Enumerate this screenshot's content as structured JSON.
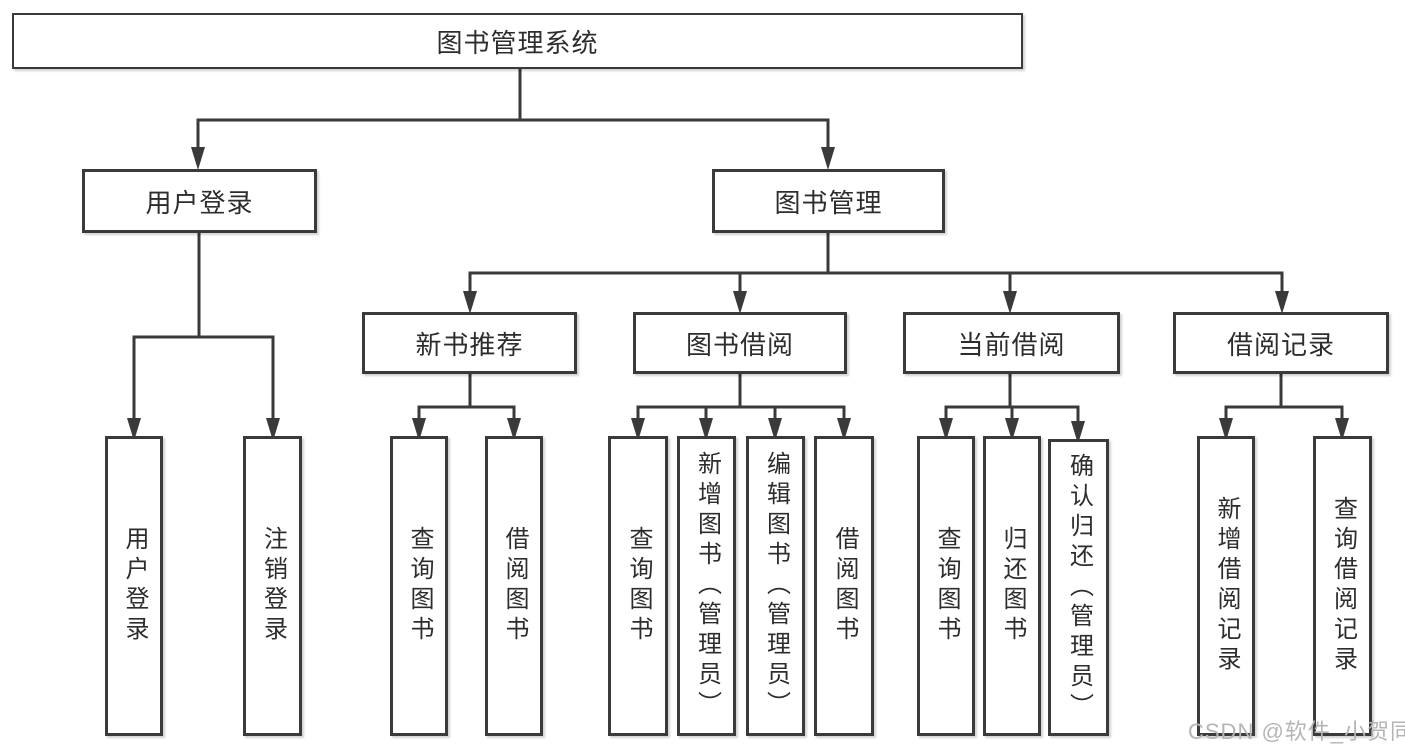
{
  "diagram": {
    "root_label": "图书管理系统",
    "branches": [
      {
        "label": "用户登录",
        "children": [
          {
            "label": "用户登录"
          },
          {
            "label": "注销登录"
          }
        ]
      },
      {
        "label": "图书管理",
        "children": [
          {
            "label": "新书推荐",
            "children": [
              {
                "label": "查询图书"
              },
              {
                "label": "借阅图书"
              }
            ]
          },
          {
            "label": "图书借阅",
            "children": [
              {
                "label": "查询图书"
              },
              {
                "label": "新增图书（管理员）"
              },
              {
                "label": "编辑图书（管理员）"
              },
              {
                "label": "借阅图书"
              }
            ]
          },
          {
            "label": "当前借阅",
            "children": [
              {
                "label": "查询图书"
              },
              {
                "label": "归还图书"
              },
              {
                "label": "确认归还（管理员）"
              }
            ]
          },
          {
            "label": "借阅记录",
            "children": [
              {
                "label": "新增借阅记录"
              },
              {
                "label": "查询借阅记录"
              }
            ]
          }
        ]
      }
    ]
  },
  "watermark": "CSDN @软件_小贺同学",
  "colors": {
    "line": "#3a3a3a",
    "text": "#2d2d2d",
    "watermark": "#b5b5b5",
    "background": "#ffffff"
  }
}
